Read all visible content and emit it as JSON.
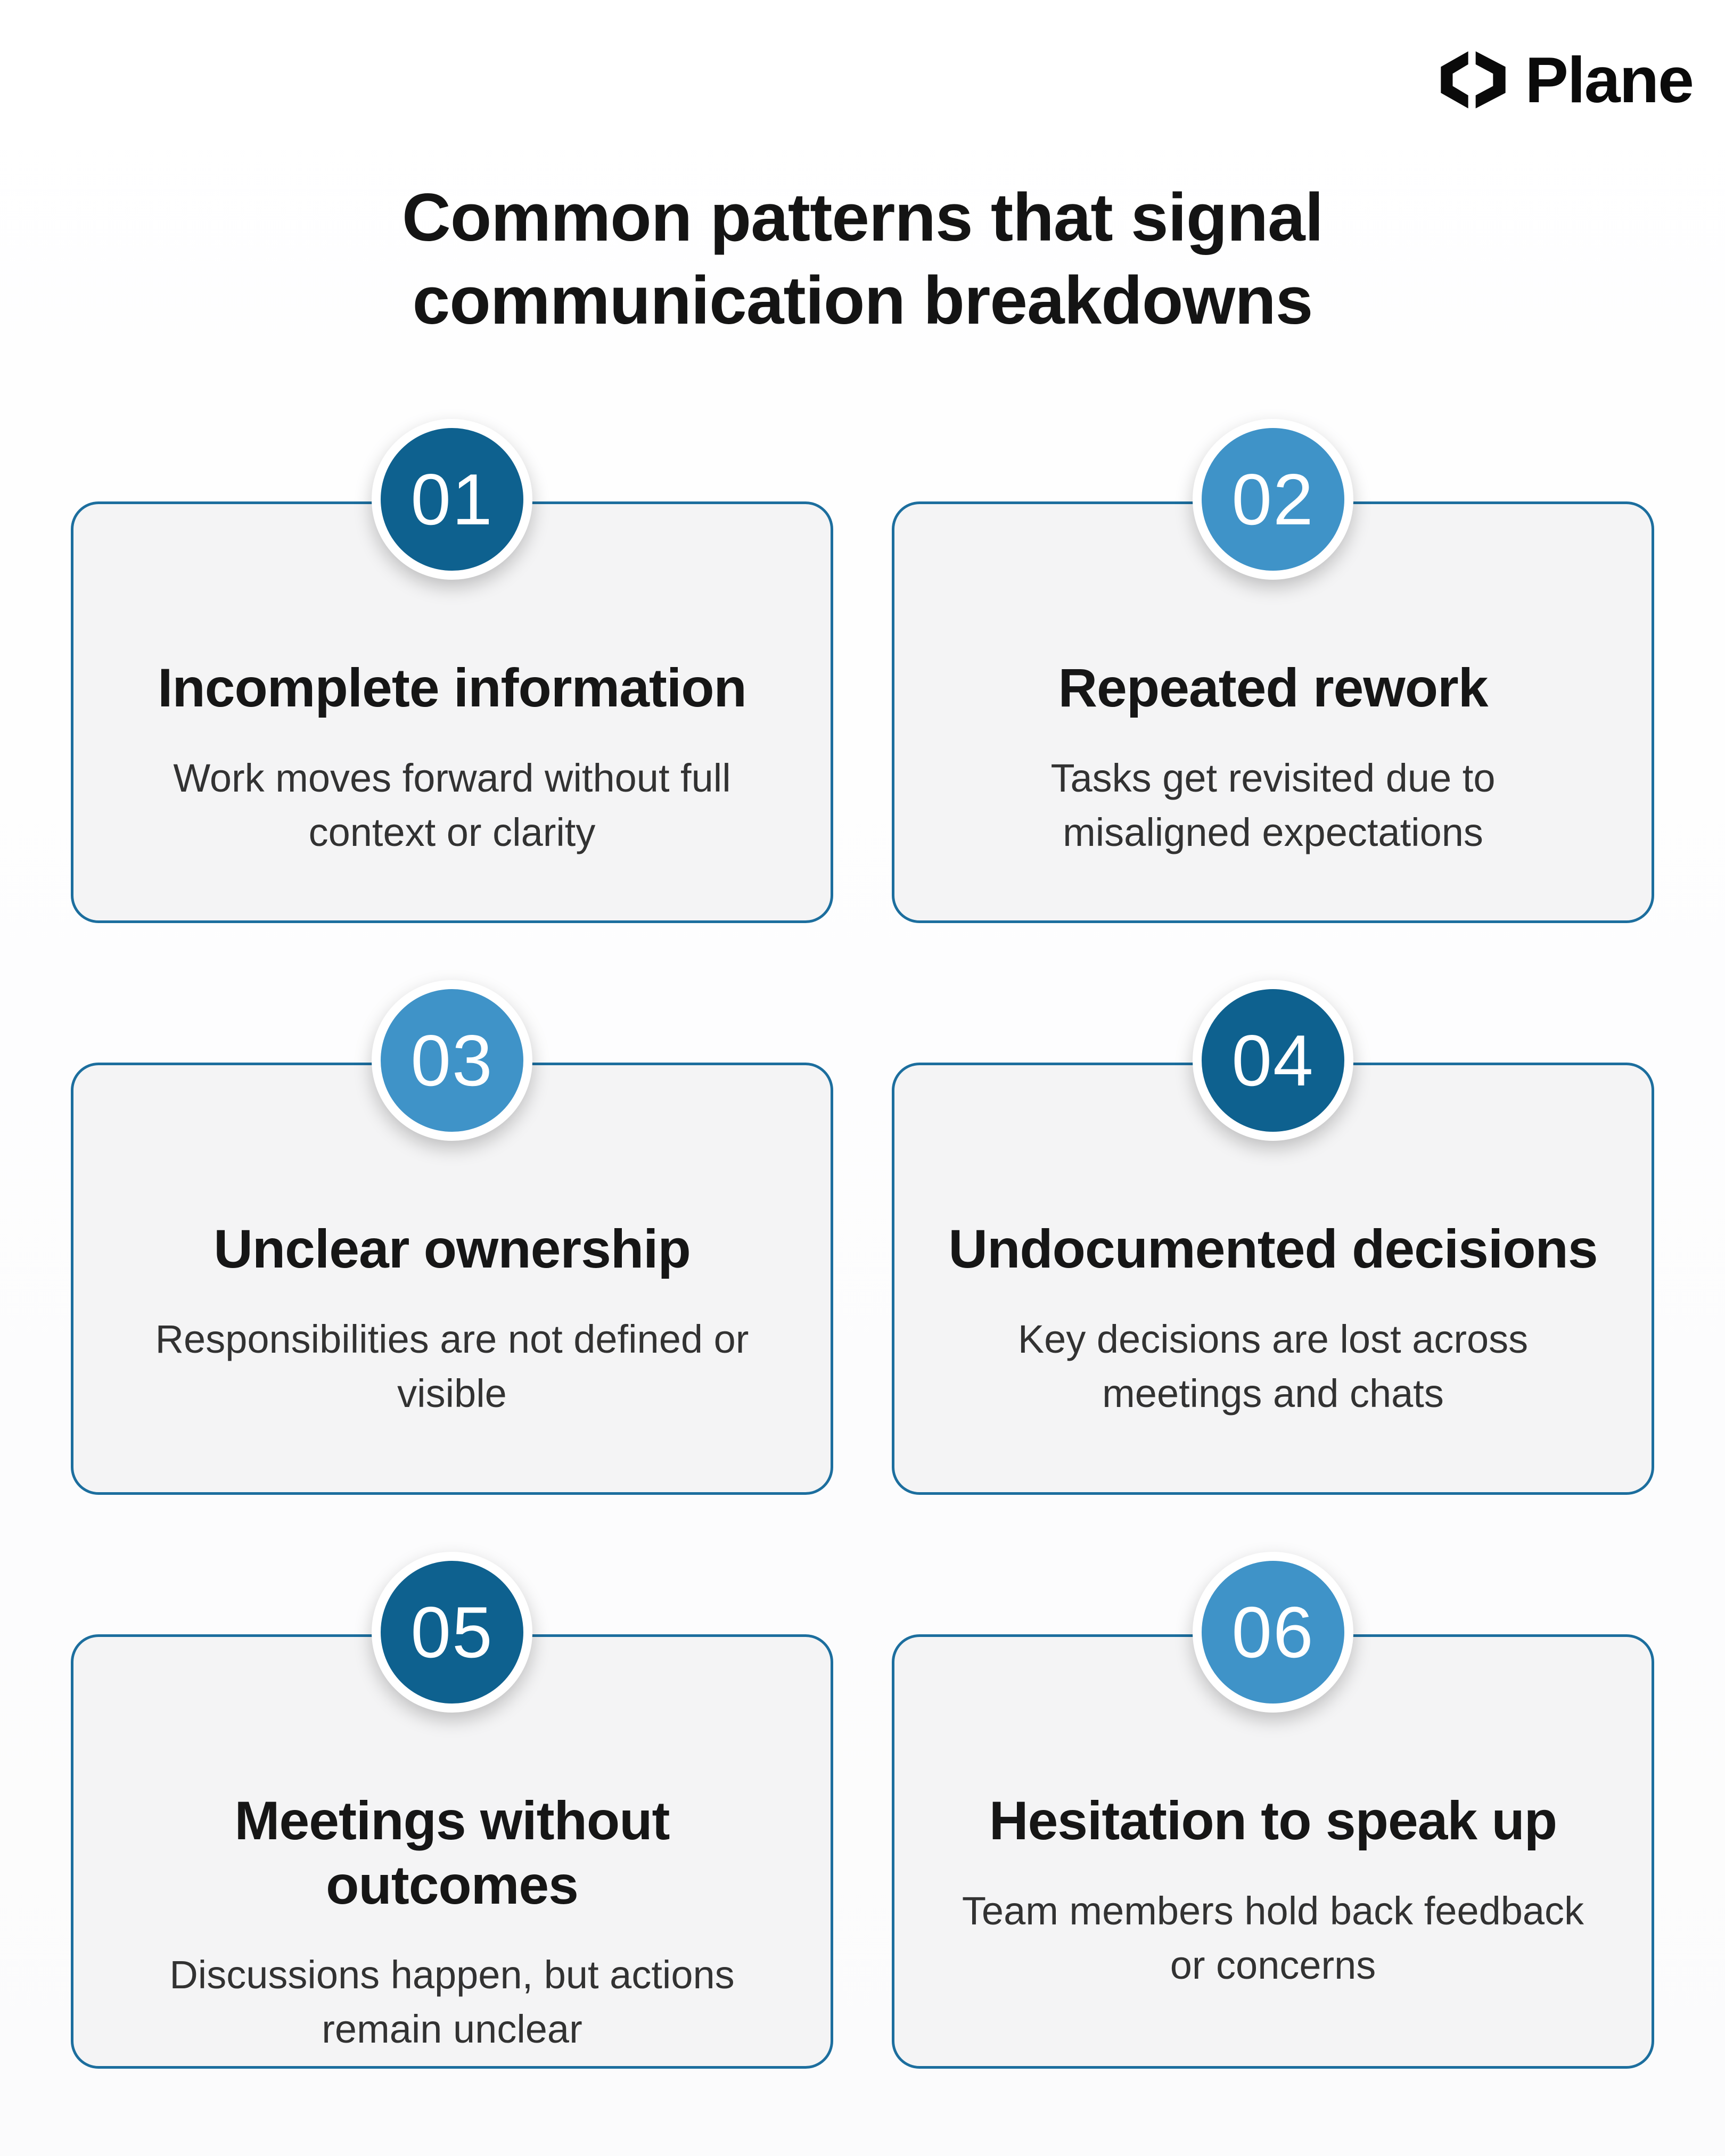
{
  "brand": {
    "name": "Plane"
  },
  "title": "Common patterns that signal communication breakdowns",
  "colors": {
    "dark_blue": "#0e618f",
    "light_blue": "#3f93c8",
    "card_border": "#1c6e9e",
    "card_bg": "#f4f4f5"
  },
  "cards": [
    {
      "number": "01",
      "badge_color": "dark",
      "heading": "Incomplete information",
      "description": "Work moves forward without full context or clarity"
    },
    {
      "number": "02",
      "badge_color": "light",
      "heading": "Repeated rework",
      "description": "Tasks get revisited due to misaligned expectations"
    },
    {
      "number": "03",
      "badge_color": "light",
      "heading": "Unclear ownership",
      "description": "Responsibilities are not defined or visible"
    },
    {
      "number": "04",
      "badge_color": "dark",
      "heading": "Undocumented decisions",
      "description": "Key decisions are lost across meetings and chats"
    },
    {
      "number": "05",
      "badge_color": "dark",
      "heading": "Meetings without outcomes",
      "description": "Discussions happen, but actions remain unclear"
    },
    {
      "number": "06",
      "badge_color": "light",
      "heading": "Hesitation to speak up",
      "description": "Team members hold back feedback or concerns"
    }
  ]
}
